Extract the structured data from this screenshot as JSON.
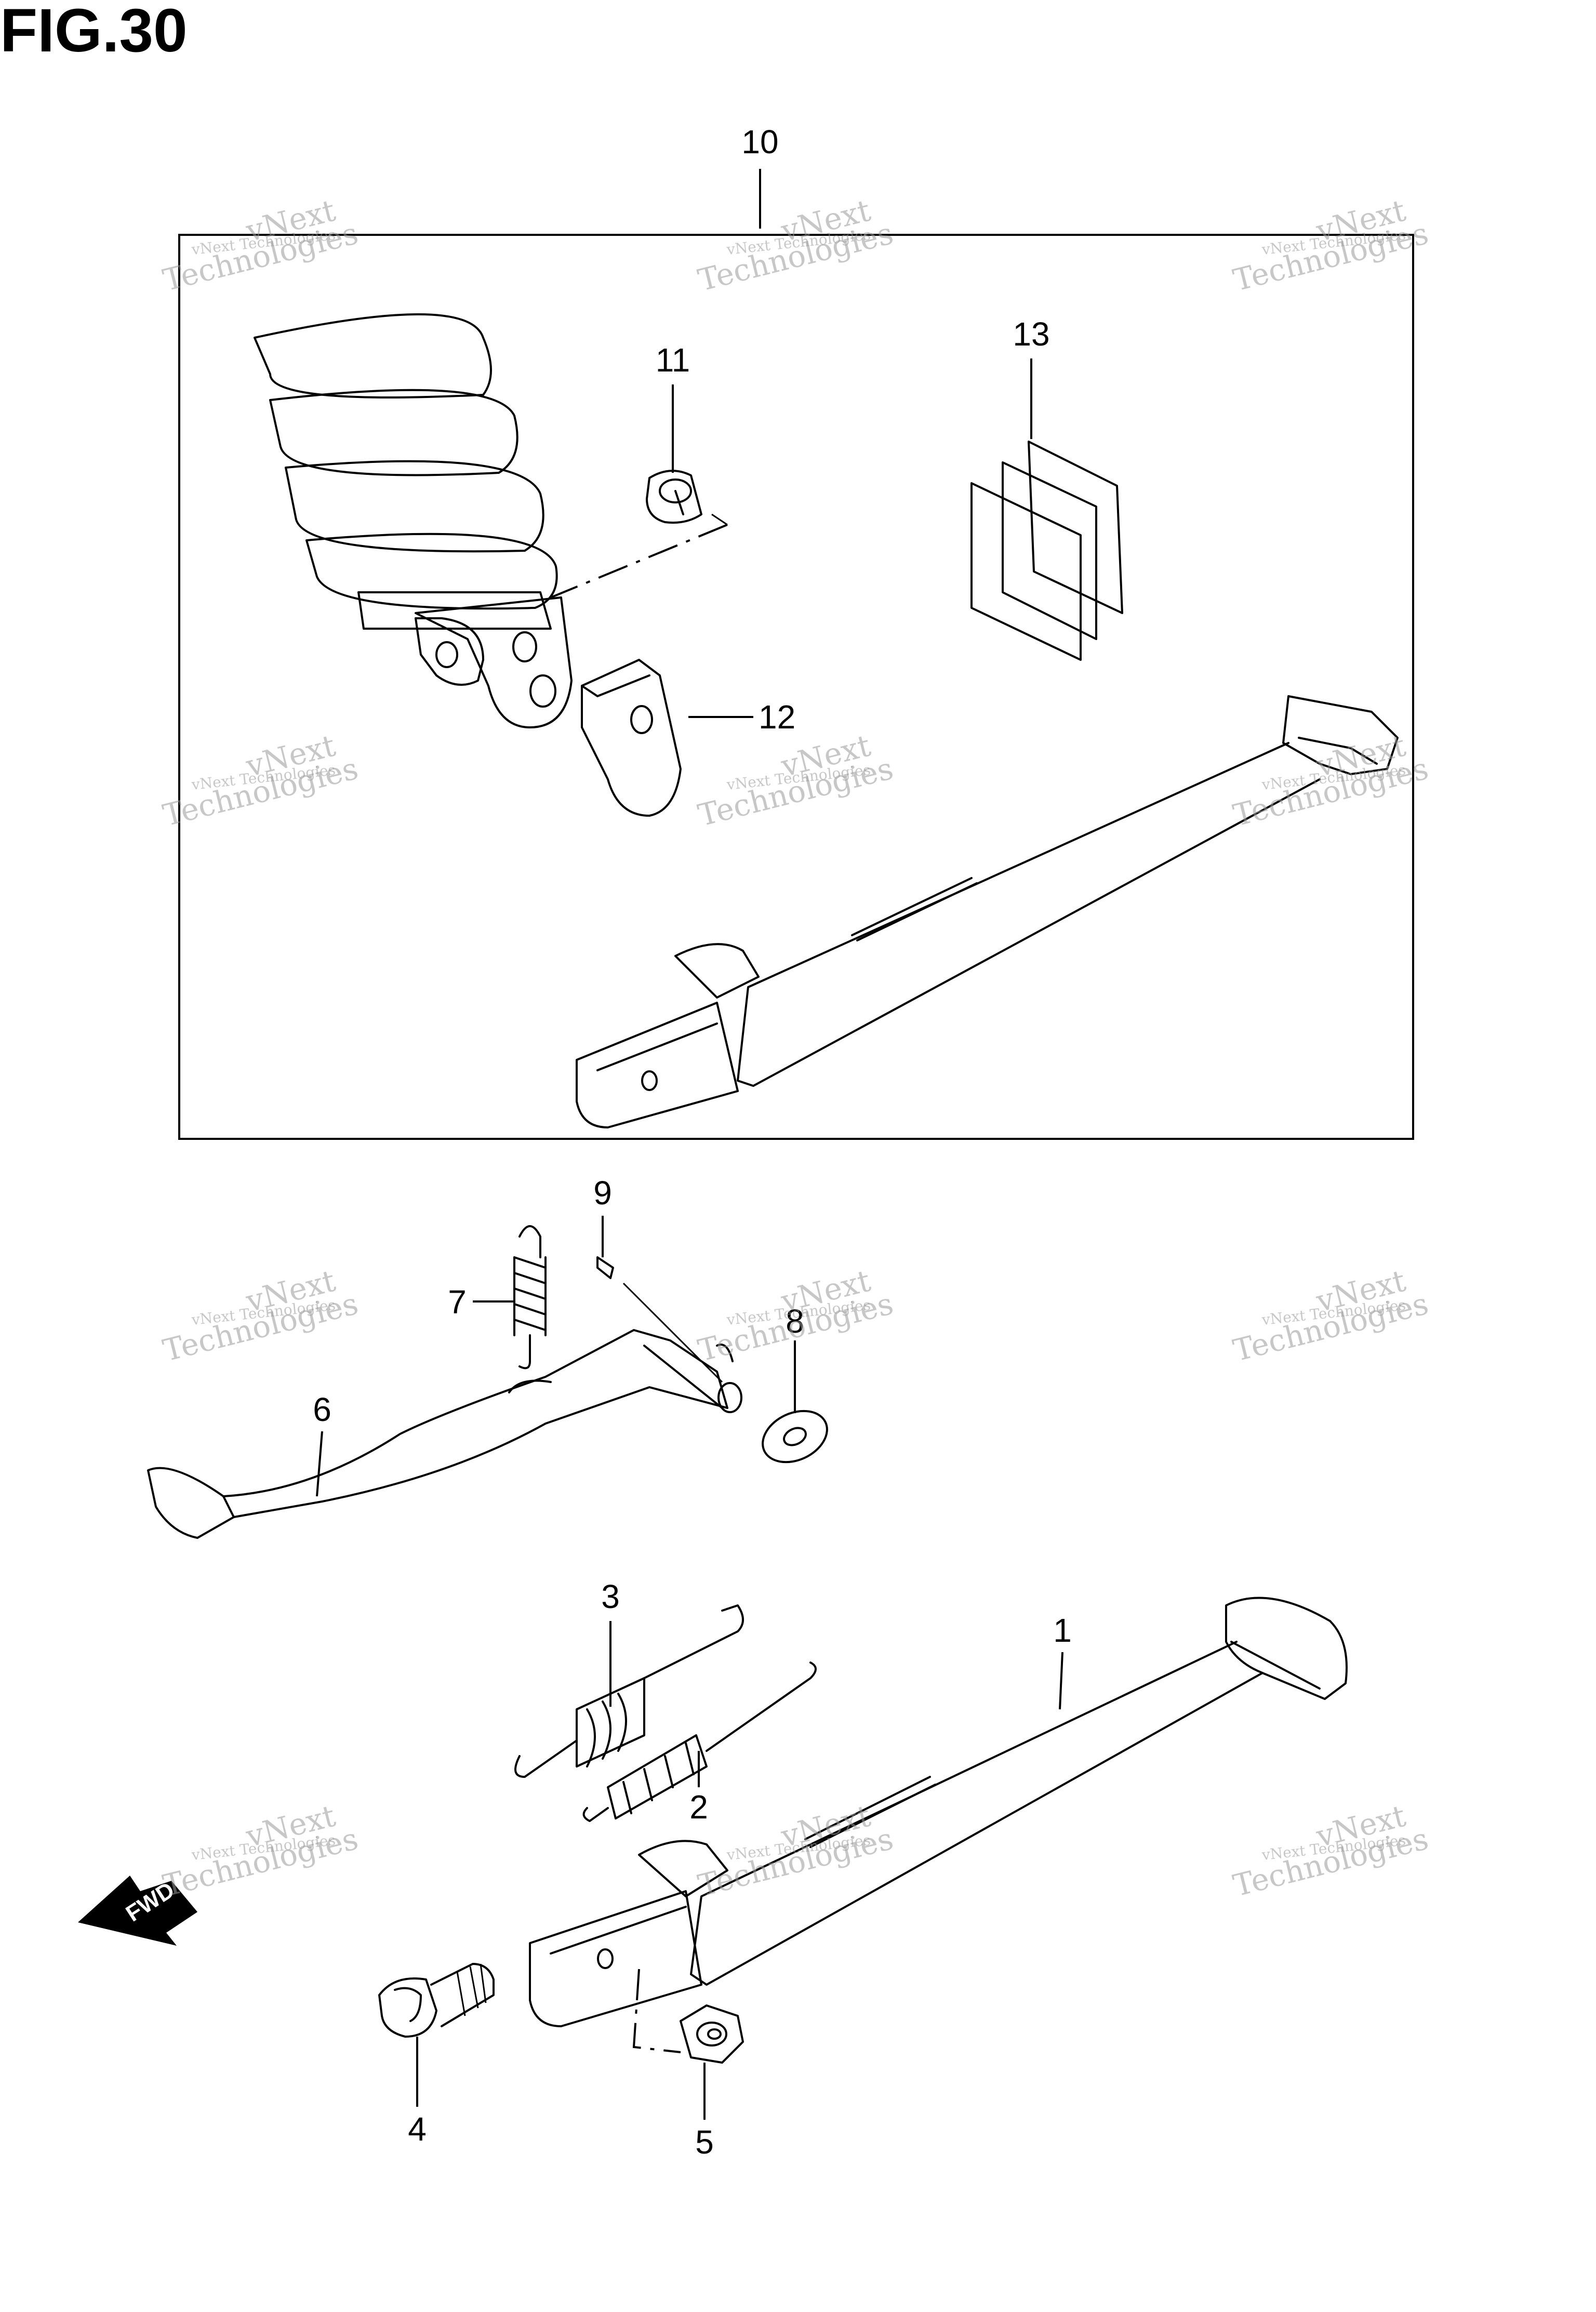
{
  "figure": {
    "title": "FIG.30"
  },
  "callouts": [
    {
      "id": "1",
      "label": "1"
    },
    {
      "id": "2",
      "label": "2"
    },
    {
      "id": "3",
      "label": "3"
    },
    {
      "id": "4",
      "label": "4"
    },
    {
      "id": "5",
      "label": "5"
    },
    {
      "id": "6",
      "label": "6"
    },
    {
      "id": "7",
      "label": "7"
    },
    {
      "id": "8",
      "label": "8"
    },
    {
      "id": "9",
      "label": "9"
    },
    {
      "id": "10",
      "label": "10"
    },
    {
      "id": "11",
      "label": "11"
    },
    {
      "id": "12",
      "label": "12"
    },
    {
      "id": "13",
      "label": "13"
    }
  ],
  "watermark": {
    "line1": "vNext Technologies",
    "line2": "vNext",
    "line3": "Technologies"
  },
  "direction_badge": {
    "text": "FWD"
  }
}
